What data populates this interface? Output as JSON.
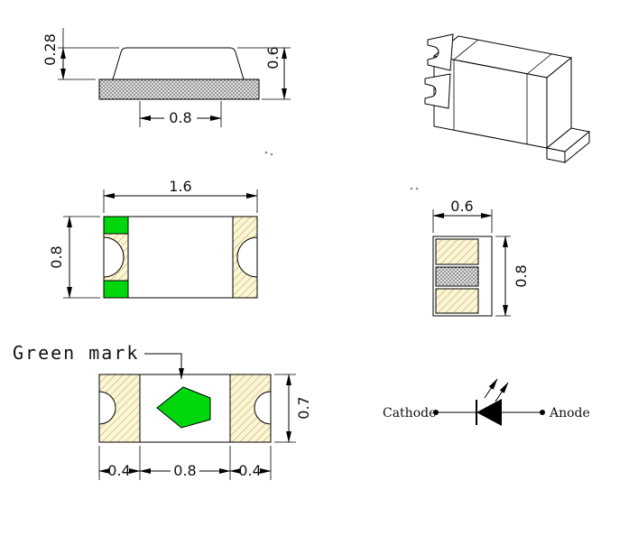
{
  "drawing": {
    "side_view": {
      "dim_top_height": "0.28",
      "dim_total_height": "0.6",
      "dim_base_width": "0.8"
    },
    "top_view": {
      "dim_length": "1.6",
      "dim_width": "0.8"
    },
    "end_view": {
      "dim_width": "0.6",
      "dim_height": "0.8"
    },
    "bottom_view": {
      "green_mark_label": "Green mark",
      "dim_body_width": "0.7",
      "dim_left_pad": "0.4",
      "dim_center_gap": "0.8",
      "dim_right_pad": "0.4"
    },
    "polarity_symbol": {
      "cathode_label": "Cathode",
      "anode_label": "Anode"
    }
  },
  "colors": {
    "green_mark": "#00d70c",
    "terminal_fill": "#fdf6d2",
    "terminal_hatch_line": "#a89f6e",
    "metal_fill": "#e2e2e2",
    "metal_speckle": "#3f3f3f",
    "line": "#000000"
  }
}
